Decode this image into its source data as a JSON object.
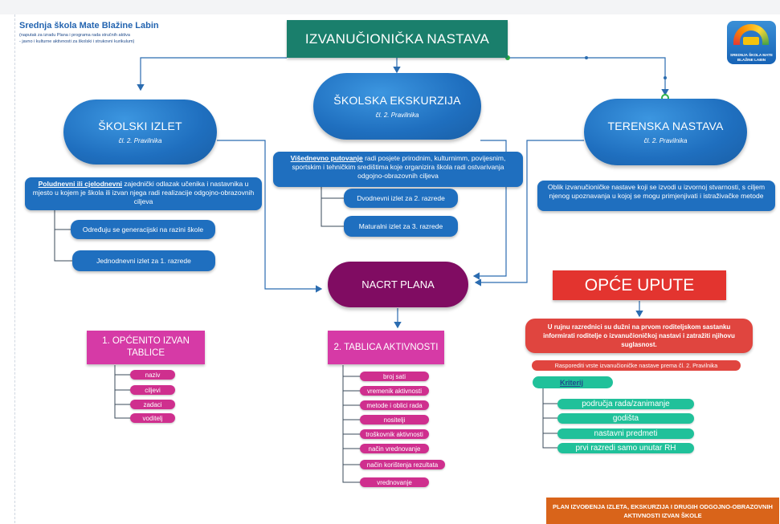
{
  "header": {
    "school_name": "Srednja škola Mate Blažine Labin",
    "note_line1": "(naputak za izradu Plana i programa rada stručnih aktiva",
    "note_line2": "- javno i kulturne aktivnosti za školski i strukovni kurikulum)"
  },
  "title": "IZVANUČIONIČKA NASTAVA",
  "logo": {
    "text": "SREDNJA ŠKOLA MATE BLAŽINE LABIN"
  },
  "branches": {
    "izlet": {
      "name": "ŠKOLSKI IZLET",
      "ref": "čl. 2. Pravilnika",
      "desc_lead": "Poludnevni ili cjelodnevni",
      "desc_rest": " zajednički odlazak učenika i nastavnika u mjesto u kojem je škola ili izvan njega radi realizacije odgojno-obrazovnih ciljeva",
      "items": [
        "Određuju se generacijski na razini škole",
        "Jednodnevni izlet za 1. razrede"
      ]
    },
    "ekskurzija": {
      "name": "ŠKOLSKA EKSKURZIJA",
      "ref": "čl. 2. Pravilnika",
      "desc_lead": "Višednevno putovanje",
      "desc_rest": " radi posjete prirodnim, kulturnimm, povijesnim, sportskim i tehničkim središtima koje organizira škola radi ostvarivanja odgojno-obrazovnih ciljeva",
      "items": [
        "Dvodnevni izlet za 2. razrede",
        "Maturalni izlet za 3. razrede"
      ]
    },
    "terenska": {
      "name": "TERENSKA NASTAVA",
      "ref": "čl. 2. Pravilnika",
      "desc": "Oblik izvanučioničke nastave koji se izvodi u izvornoj stvarnosti, s ciljem njenog upoznavanja u kojoj se mogu primjenjivati i istraživačke metode"
    }
  },
  "nacrt": "NACRT PLANA",
  "table1": {
    "title": "1. OPĆENITO IZVAN TABLICE",
    "items": [
      "naziv",
      "ciljevi",
      "zadaci",
      "voditelj"
    ]
  },
  "table2": {
    "title": "2. TABLICA AKTIVNOSTI",
    "items": [
      "broj sati",
      "vremenik aktivnosti",
      "metode i oblici rada",
      "nositelji",
      "troškovnik aktivnosti",
      "način vrednovanje",
      "način korištenja rezultata",
      "vrednovanje"
    ]
  },
  "opce": {
    "title": "OPĆE UPUTE",
    "note": "U rujnu razrednici su dužni na prvom roditeljskom sastanku informirati roditelje o izvanučioničkoj nastavi i zatražiti njihovu suglasnost.",
    "rule": "Rasporediti vrste izvanučioničke nastave prema čl. 2. Pravilnika",
    "criteria_label": "Kriterij",
    "criteria": [
      "područja rada/zanimanje",
      "godišta",
      "nastavni predmeti",
      "prvi razredi samo unutar RH"
    ]
  },
  "footer": "PLAN IZVOĐENJA IZLETA, EKSKURZIJA I DRUGIH ODGOJNO-OBRAZOVNIH AKTIVNOSTI IZVAN ŠKOLE",
  "colors": {
    "title": "#1a7f6c",
    "blue": "#1f6fbf",
    "plum": "#800c62",
    "magenta": "#d63aa6",
    "red": "#e3342f",
    "teal": "#20c19a",
    "orange": "#d9641a"
  }
}
